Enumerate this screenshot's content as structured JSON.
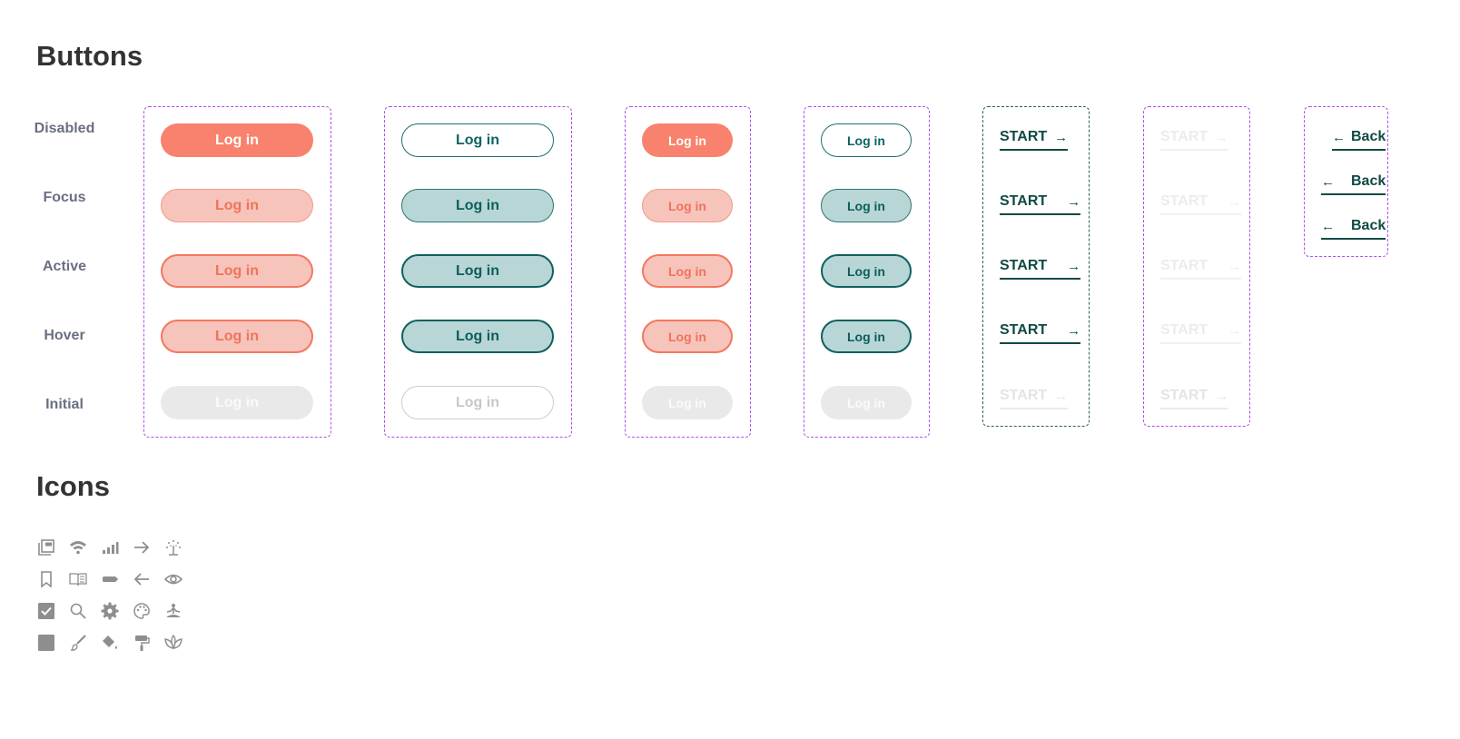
{
  "headings": {
    "buttons": "Buttons",
    "icons": "Icons"
  },
  "states": [
    "Disabled",
    "Focus",
    "Active",
    "Hover",
    "Initial"
  ],
  "button_label": "Log in",
  "link_start": "START",
  "link_back": "Back",
  "arrow_right": "→",
  "arrow_left": "←",
  "colors": {
    "coral": "#f8826d",
    "coral_soft": "#f6c4bb",
    "teal_dark": "#0b5e5c",
    "teal_soft": "#b9d6d6",
    "gray": "#e9e9e9",
    "dashed_border": "#b04ee8",
    "link": "#0f4a44"
  },
  "icons": [
    [
      "gallery-icon",
      "wifi-icon",
      "signal-icon",
      "arrow-right-icon",
      "sparkle-icon"
    ],
    [
      "bookmark-icon",
      "book-open-icon",
      "battery-icon",
      "arrow-left-icon",
      "eye-icon"
    ],
    [
      "checkbox-icon",
      "search-icon",
      "gear-icon",
      "palette-icon",
      "meditation-icon"
    ],
    [
      "square-icon",
      "brush-icon",
      "paint-bucket-icon",
      "paint-roller-icon",
      "lotus-icon"
    ]
  ]
}
